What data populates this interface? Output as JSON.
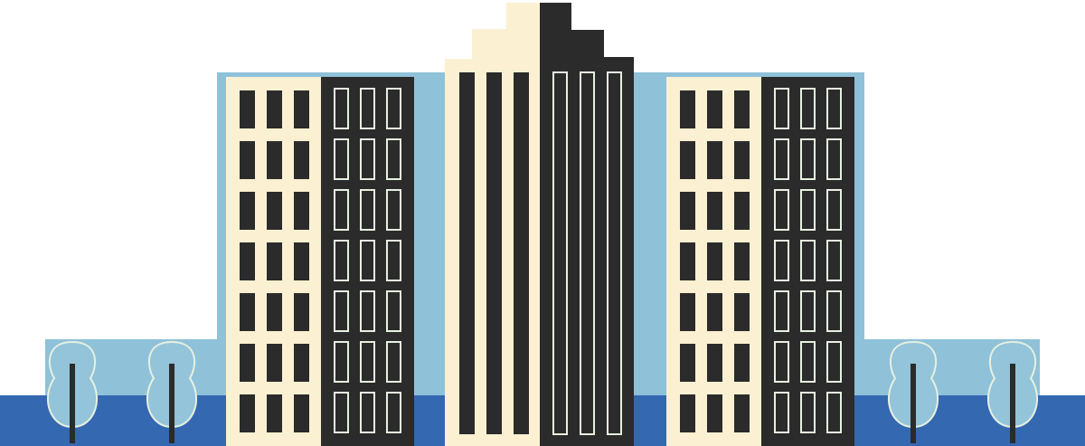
{
  "scene": {
    "subject": "city-skyline-illustration",
    "colors": {
      "sky": "#8fc1d9",
      "ground": "#3468b0",
      "cream": "#fbf1d2",
      "dark": "#2b2b2b",
      "tree": "#93c4da",
      "tree_outline": "#e6f0e0"
    },
    "buildings": [
      {
        "name": "left-building",
        "window_rows": 7,
        "window_cols": 3
      },
      {
        "name": "center-tower",
        "stripes": 3
      },
      {
        "name": "right-building",
        "window_rows": 7,
        "window_cols": 3
      }
    ],
    "trees": 4
  }
}
